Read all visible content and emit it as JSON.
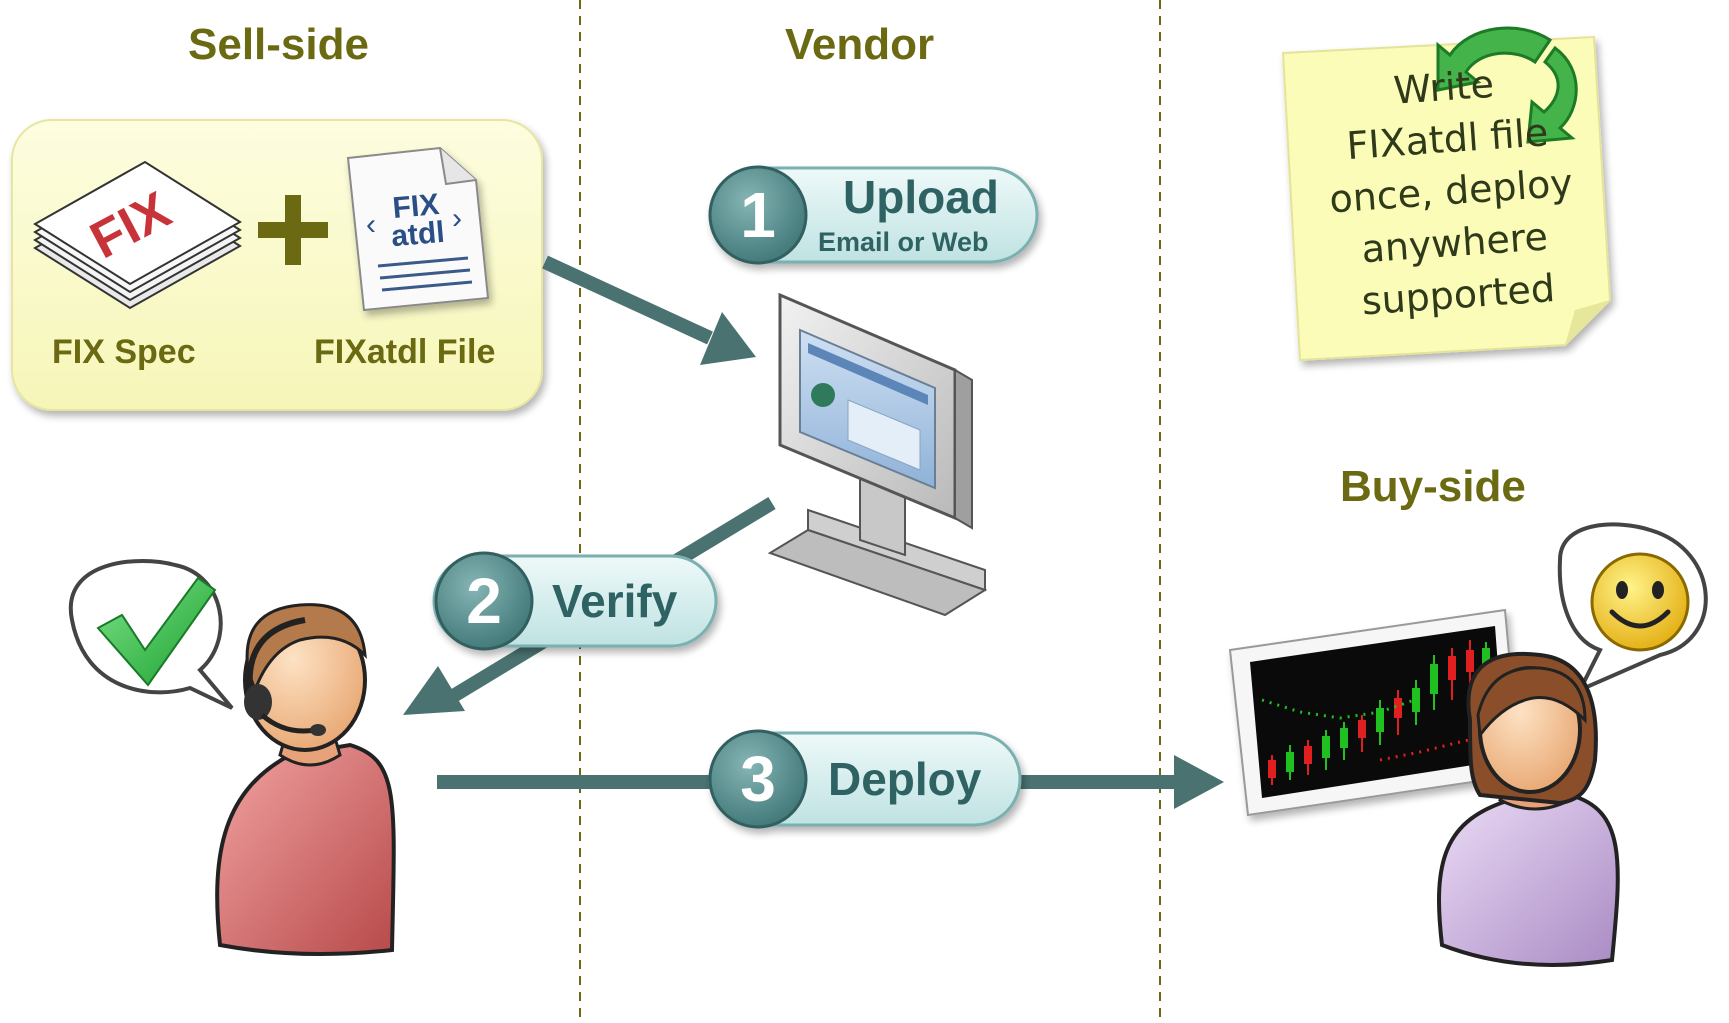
{
  "columns": {
    "sell_side": "Sell-side",
    "vendor": "Vendor",
    "buy_side": "Buy-side"
  },
  "documents": {
    "fix_spec_label": "FIX Spec",
    "fixatdl_file_label": "FIXatdl File",
    "fix_spec_stamp": "FIX",
    "fixatdl_icon_line1": "FIX",
    "fixatdl_icon_line2": "atdl"
  },
  "steps": [
    {
      "number": "1",
      "label": "Upload",
      "sublabel": "Email or Web"
    },
    {
      "number": "2",
      "label": "Verify"
    },
    {
      "number": "3",
      "label": "Deploy"
    }
  ],
  "note": {
    "lines": [
      "Write",
      "FIXatdl file",
      "once, deploy",
      "anywhere",
      "supported"
    ]
  },
  "colors": {
    "title_olive": "#6b6a12",
    "arrow_teal": "#4a7270",
    "pill_fill": "#d6eeee",
    "badge_teal": "#5d8f8f",
    "note_yellow": "#fbfcb8",
    "spec_box_fill": "#fbfbc9",
    "sell_person_shirt": "#d96b6b",
    "buy_person_shirt": "#c8b0dc"
  },
  "icons": {
    "documents_icon": "fix-spec-stack-icon",
    "xml_file_icon": "fixatdl-file-icon",
    "computer_icon": "monitor-icon",
    "sell_person_icon": "call-center-person-icon",
    "buy_person_icon": "trader-person-icon",
    "check_icon": "checkmark-icon",
    "smiley_icon": "smiley-face-icon",
    "recycle_icon": "recycle-arrows-icon",
    "chart_icon": "candlestick-chart-icon"
  }
}
